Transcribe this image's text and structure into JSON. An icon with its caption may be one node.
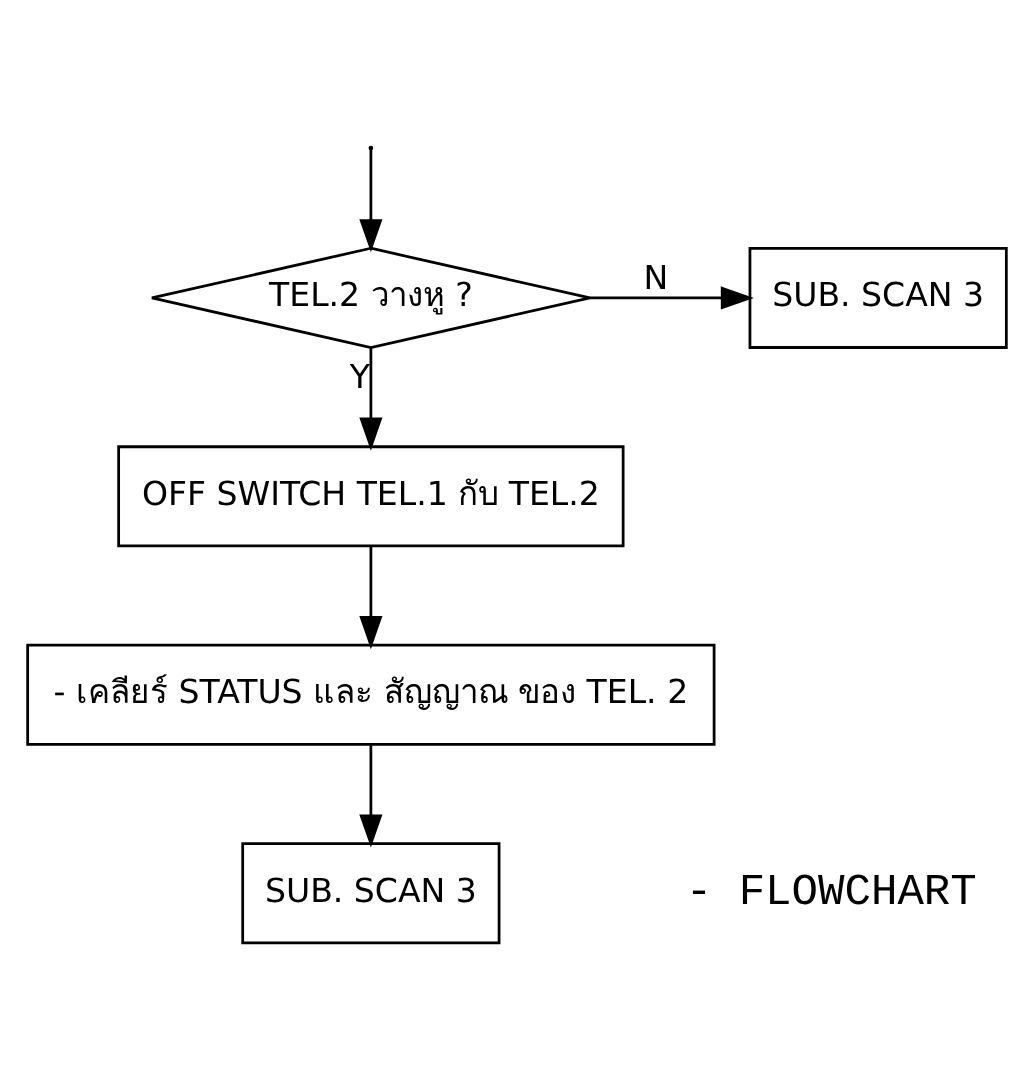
{
  "diagram": {
    "nodes": [
      {
        "text": [
          "TEL.2 วางหู ?"
        ]
      },
      {
        "text": [
          "SUB. SCAN 3"
        ]
      },
      {
        "text": [
          "OFF SWITCH TEL.1 กับ TEL.2"
        ]
      },
      {
        "text": [
          "- เคลียร์ STATUS และ สัญญาณ ของ TEL. 2"
        ]
      },
      {
        "text": [
          "SUB. SCAN 3"
        ]
      }
    ],
    "edges": [
      {
        "from": null,
        "to": 0,
        "arrow": "to"
      },
      {
        "from": 0,
        "to": 1,
        "arrow": "to",
        "label": "N"
      },
      {
        "from": 0,
        "to": 2,
        "arrow": "to",
        "label": "Y"
      },
      {
        "from": 2,
        "to": 3,
        "arrow": "to"
      },
      {
        "from": 3,
        "to": 4,
        "arrow": "to"
      }
    ],
    "labels": [
      "- FLOWCHART"
    ]
  }
}
